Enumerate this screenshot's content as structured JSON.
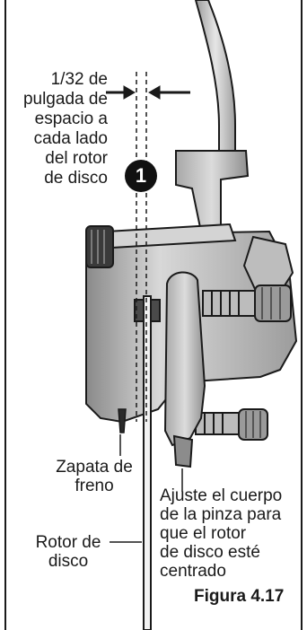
{
  "labels": {
    "spacing_note": [
      "1/32 de",
      "pulgada de",
      "espacio a",
      "cada lado",
      "del rotor",
      "de disco"
    ],
    "callout_number": "1",
    "brake_pad": [
      "Zapata de",
      "freno"
    ],
    "disc_rotor": [
      "Rotor de",
      "disco"
    ],
    "caliper_adjust": [
      "Ajuste el cuerpo",
      "de la pinza para",
      "que el rotor",
      "de disco esté",
      "centrado"
    ],
    "figure_number": "Figura 4.17"
  },
  "colors": {
    "frame": "#1a1a1a",
    "metal_light": "#c8c8c8",
    "metal_mid": "#9a9a9a",
    "metal_dark": "#5a5a5a",
    "callout_bg": "#111111"
  }
}
